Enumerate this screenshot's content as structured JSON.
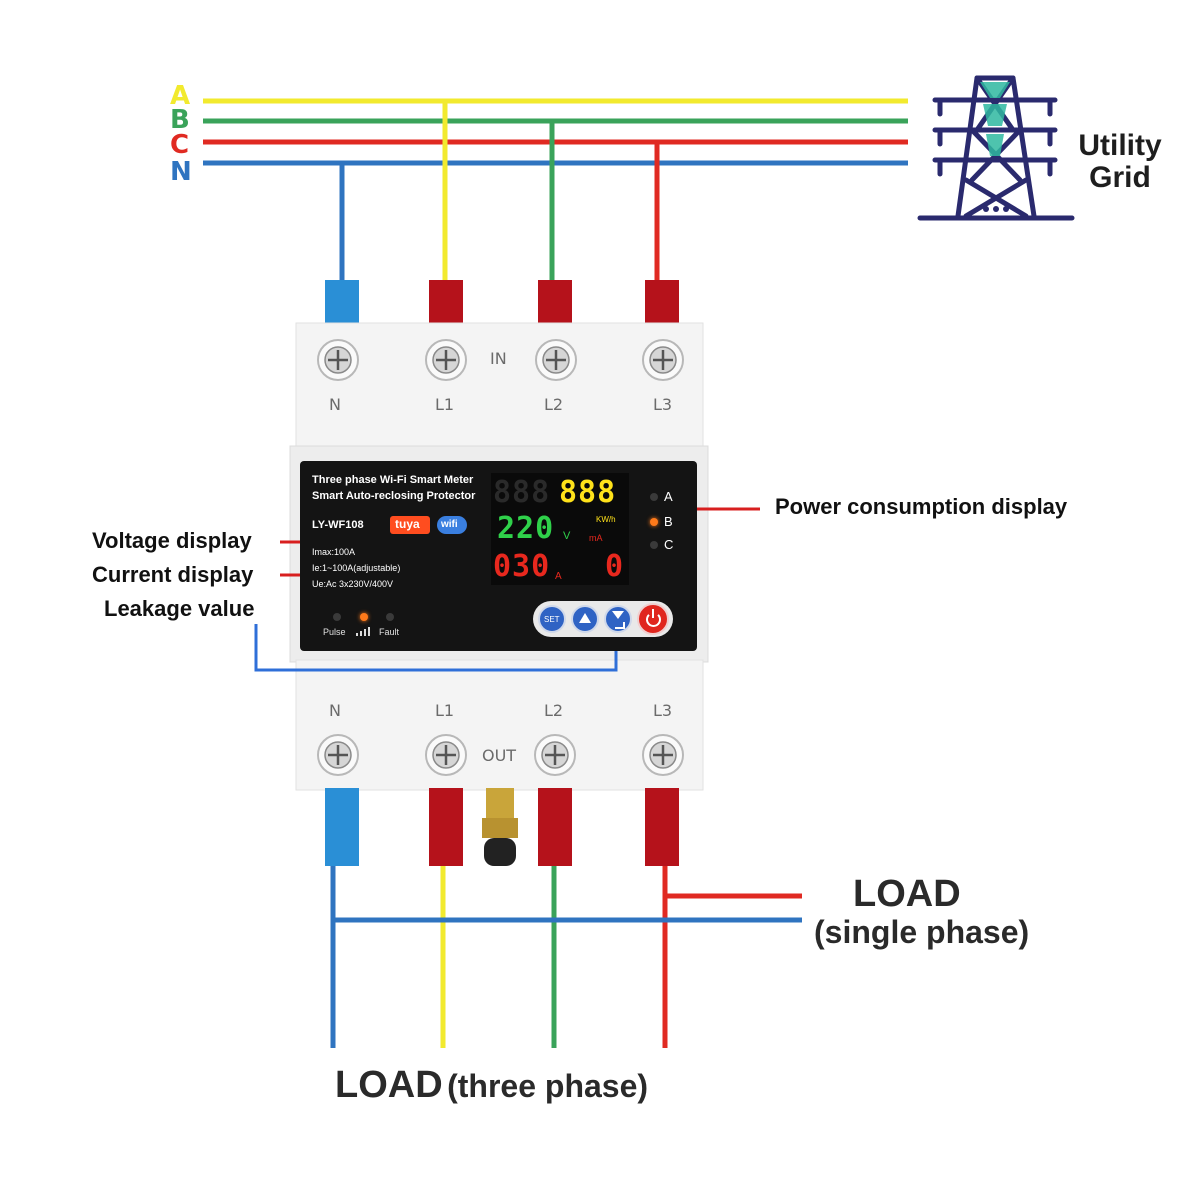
{
  "phases": {
    "a": "A",
    "b": "B",
    "c": "C",
    "n": "N"
  },
  "colors": {
    "phase_a": "#f2ea2e",
    "phase_b": "#3aa35a",
    "phase_c": "#e02a22",
    "neutral": "#2f74c0",
    "tower": "#2a2a6e",
    "tower_accent": "#2fb8a0",
    "callout_red": "#d81f1f",
    "callout_blue": "#2f6fd8",
    "panel": "#141414",
    "wire_red": "#b5121b",
    "wire_blue": "#2a8fd6",
    "display_green": "#2fd14a",
    "display_yellow": "#ffe21a",
    "display_red": "#e8281e"
  },
  "utility_grid": {
    "icon": "power-tower-icon",
    "line1": "Utility",
    "line2": "Grid"
  },
  "terminals": {
    "in_label": "IN",
    "out_label": "OUT",
    "top": [
      "N",
      "L1",
      "L2",
      "L3"
    ],
    "bottom": [
      "N",
      "L1",
      "L2",
      "L3"
    ]
  },
  "device": {
    "title_line1": "Three phase Wi-Fi Smart Meter",
    "title_line2": "Smart Auto-reclosing Protector",
    "model": "LY-WF108",
    "badge_tuya": "tuya",
    "badge_wifi": "wifi",
    "spec1": "Imax:100A",
    "spec2": "Ie:1~100A(adjustable)",
    "spec3": "Ue:Ac 3x230V/400V",
    "display_power": "888",
    "display_power_ghost": "888",
    "unit_power": "KW/h",
    "display_voltage": "220",
    "unit_voltage": "V",
    "unit_leak": "mA",
    "display_current": "030",
    "unit_current": "A",
    "display_leak": "0",
    "phase_indicators": [
      "A",
      "B",
      "C"
    ],
    "active_phase": "B",
    "led_pulse": "Pulse",
    "led_fault": "Fault",
    "btn_set": "SET"
  },
  "callouts": {
    "power": "Power consumption display",
    "voltage": "Voltage display",
    "current": "Current display",
    "leakage": "Leakage value"
  },
  "load": {
    "single_title": "LOAD",
    "single_sub": "(single phase)",
    "three_title": "LOAD",
    "three_sub": "(three phase)"
  }
}
